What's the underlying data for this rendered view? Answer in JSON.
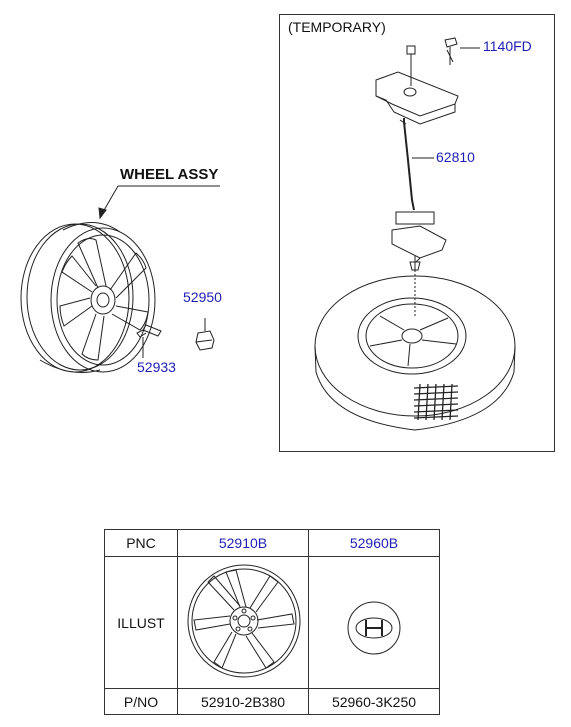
{
  "labels": {
    "wheel_assy": "WHEEL ASSY",
    "temporary": "(TEMPORARY)",
    "p1140fd": "1140FD",
    "p62810": "62810",
    "p52950": "52950",
    "p52933": "52933"
  },
  "table": {
    "row_pnc": "PNC",
    "row_illust": "ILLUST",
    "row_pno": "P/NO",
    "col1_pnc": "52910B",
    "col2_pnc": "52960B",
    "col1_pno": "52910-2B380",
    "col2_pno": "52960-3K250"
  },
  "colors": {
    "part_number": "#1e1eb4",
    "line": "#222222"
  }
}
